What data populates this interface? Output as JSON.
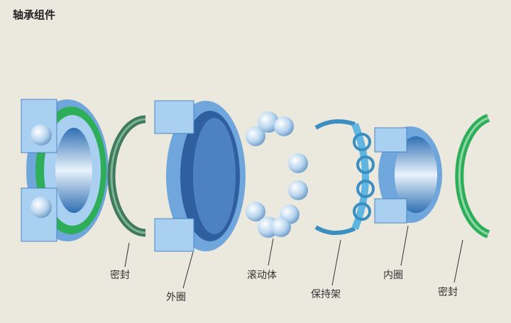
{
  "title": "轴承组件",
  "labels": {
    "seal_left": "密封",
    "outer_ring": "外圈",
    "rolling_elements": "滚动体",
    "cage": "保持架",
    "inner_ring": "内圈",
    "seal_right": "密封"
  },
  "colors": {
    "background": "#ebe8de",
    "steel_blue": "#6fa6dc",
    "light_blue": "#a9d0f0",
    "seal_dark_green": "#3f7a5a",
    "seal_green": "#2fae5a",
    "cage_blue": "#5fb6e0"
  }
}
